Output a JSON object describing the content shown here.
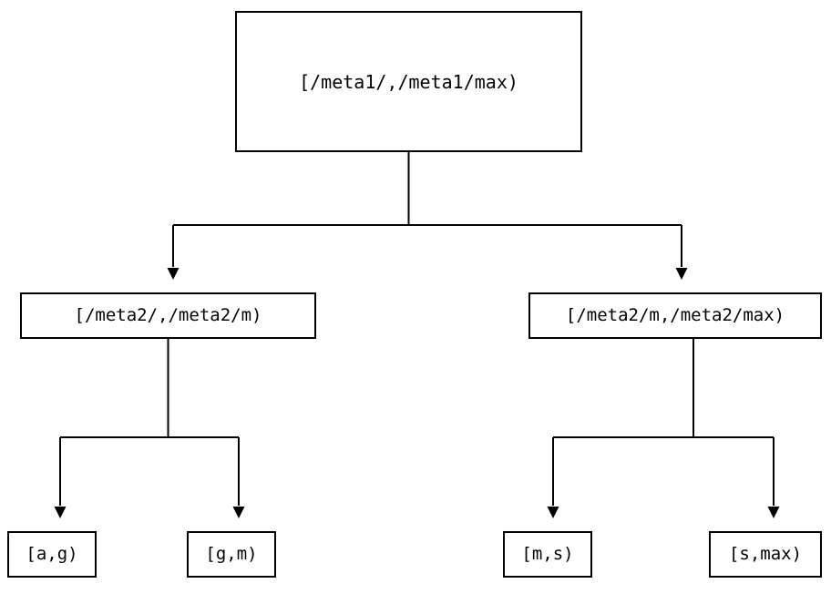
{
  "diagram": {
    "type": "tree",
    "title": "",
    "background_color": "#ffffff",
    "stroke_color": "#000000",
    "text_color": "#000000",
    "nodes": {
      "root": {
        "label": "[/meta1/,/meta1/max)",
        "level": 1
      },
      "meta2_low": {
        "label": "[/meta2/,/meta2/m)",
        "level": 2
      },
      "meta2_high": {
        "label": "[/meta2/m,/meta2/max)",
        "level": 2
      },
      "leaf_a_g": {
        "label": "[a,g)",
        "level": 3
      },
      "leaf_g_m": {
        "label": "[g,m)",
        "level": 3
      },
      "leaf_m_s": {
        "label": "[m,s)",
        "level": 3
      },
      "leaf_s_max": {
        "label": "[s,max)",
        "level": 3
      }
    },
    "edges": [
      {
        "from": "root",
        "to": "meta2_low",
        "arrow": "down-triangle"
      },
      {
        "from": "root",
        "to": "meta2_high",
        "arrow": "down-triangle"
      },
      {
        "from": "meta2_low",
        "to": "leaf_a_g",
        "arrow": "down-triangle"
      },
      {
        "from": "meta2_low",
        "to": "leaf_g_m",
        "arrow": "down-triangle"
      },
      {
        "from": "meta2_high",
        "to": "leaf_m_s",
        "arrow": "down-triangle"
      },
      {
        "from": "meta2_high",
        "to": "leaf_s_max",
        "arrow": "down-triangle"
      }
    ]
  }
}
